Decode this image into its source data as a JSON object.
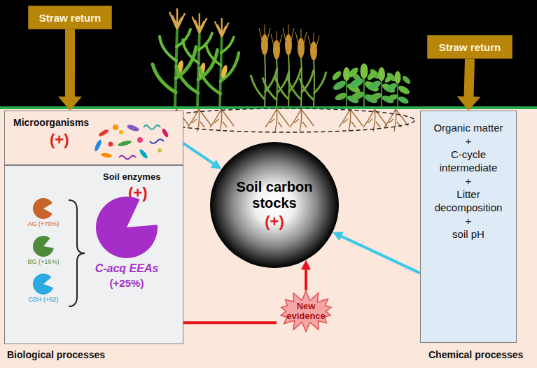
{
  "diagram": {
    "nodes": [
      {
        "text": [
          "Straw return"
        ]
      },
      {
        "text": [
          "Straw return"
        ]
      },
      {
        "text": [
          "Microorganisms",
          "(+)"
        ]
      },
      {
        "text": [
          "Soil enzymes",
          "(+)"
        ]
      },
      {
        "text": [
          "AG (+70%)"
        ],
        "in": 3
      },
      {
        "text": [
          "BG (+16%)"
        ],
        "in": 3
      },
      {
        "text": [
          "CBH (+62)"
        ],
        "in": 3
      },
      {
        "text": [
          "C-acq EEAs",
          "(+25%)"
        ],
        "in": 3
      },
      {
        "text": [
          "Soil carbon stocks",
          "(+)"
        ]
      },
      {
        "text": [
          "New evidence"
        ]
      },
      {
        "text": [
          "Organic matter",
          "+",
          "C-cycle intermediate",
          "+",
          "Litter decomposition",
          "+",
          "soil pH"
        ]
      }
    ],
    "edges": [
      {
        "from": 0,
        "to": 2,
        "arrow": "to"
      },
      {
        "from": 1,
        "to": 10,
        "arrow": "to"
      },
      {
        "from": 2,
        "to": 8,
        "arrow": "to"
      },
      {
        "from": 10,
        "to": 8,
        "arrow": "to"
      },
      {
        "from": 3,
        "to": 9,
        "arrow": "none"
      },
      {
        "from": 9,
        "to": 8,
        "arrow": "to"
      }
    ],
    "labels": [
      "Biological processes",
      "Chemical processes"
    ]
  }
}
